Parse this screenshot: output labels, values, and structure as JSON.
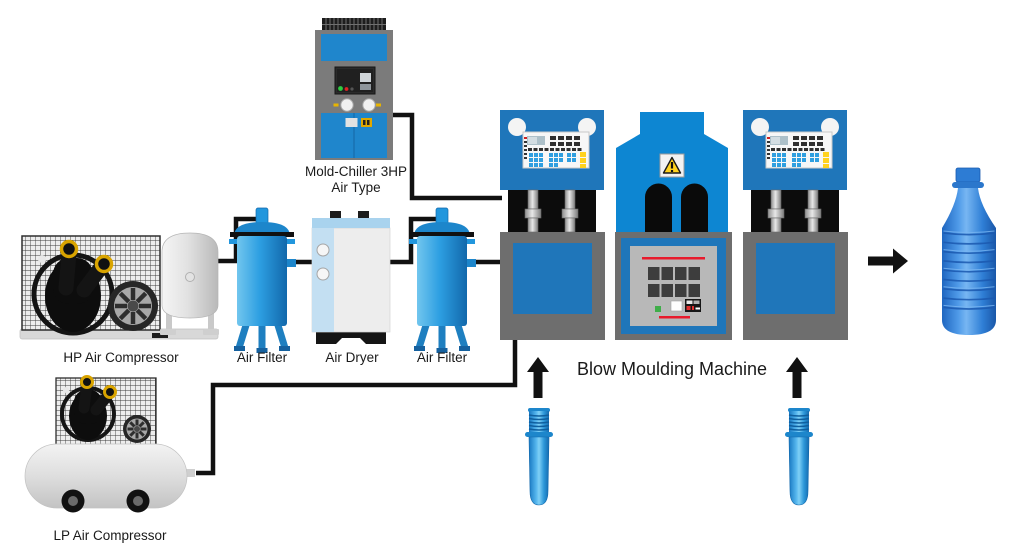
{
  "diagram": {
    "labels": {
      "hp_compressor": "HP Air Compressor",
      "air_filter_1": "Air Filter",
      "air_dryer": "Air Dryer",
      "air_filter_2": "Air Filter",
      "mold_chiller_line1": "Mold-Chiller 3HP",
      "mold_chiller_line2": "Air Type",
      "blow_moulding_machine": "Blow Moulding Machine",
      "lp_compressor": "LP Air Compressor"
    },
    "colors": {
      "machine_blue": "#1f76ba",
      "tower_blue": "#0d86d2",
      "chiller_blue": "#1f86cc",
      "filter_blue": "#2d9fe2",
      "bottle_blue": "#2f7fd6",
      "base_grey": "#6e6e6e",
      "cabinet_grey": "#7b7b7b",
      "tank_grey": "#d9d9d9",
      "pipe_black": "#111111",
      "warning_yellow": "#ffd21f",
      "accent_red": "#e81a2c"
    }
  }
}
